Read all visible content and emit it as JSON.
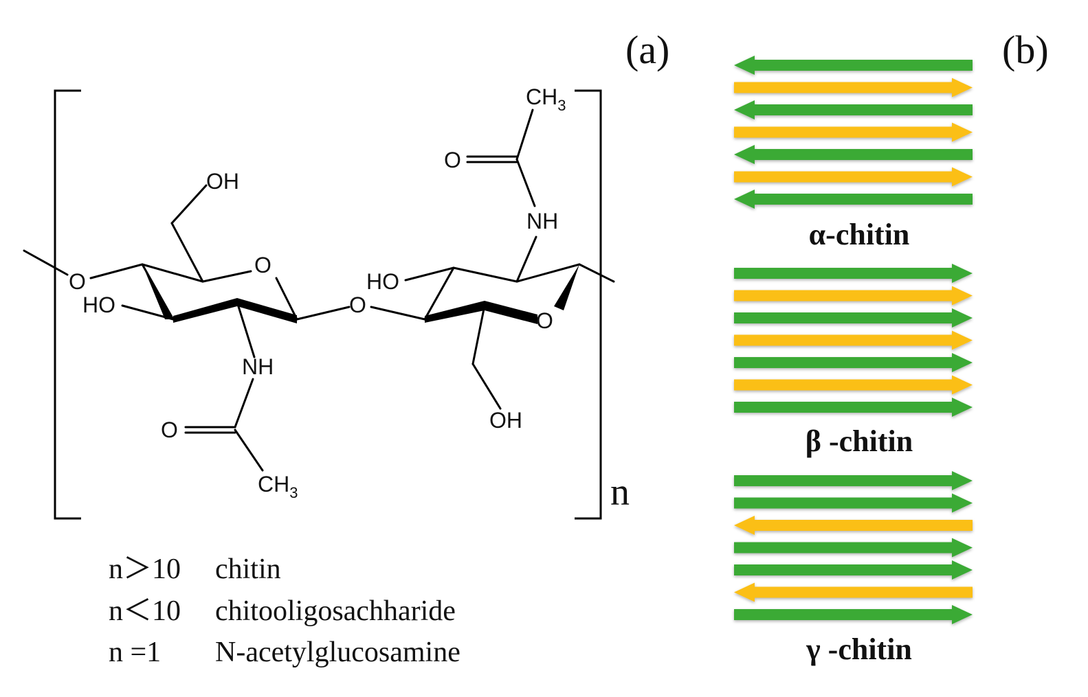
{
  "panel_labels": {
    "a": "(a)",
    "b": "(b)"
  },
  "colors": {
    "green": "#3aaa35",
    "yellow": "#fbbf14",
    "ink": "#111111"
  },
  "structure": {
    "atoms": {
      "o_left": "O",
      "ho_left": "HO",
      "oh_top": "OH",
      "o_ring_left": "O",
      "nh_left": "NH",
      "o_carbonyl_left": "O",
      "ch3_left": "CH",
      "ch3_left_sub": "3",
      "o_glycosidic": "O",
      "ho_right": "HO",
      "o_ring_right": "O",
      "oh_bottom": "OH",
      "nh_right": "NH",
      "o_carbonyl_right": "O",
      "ch3_right": "CH",
      "ch3_right_sub": "3"
    },
    "repeat_label": "n"
  },
  "legend": [
    {
      "condition": "n＞10",
      "name": "chitin"
    },
    {
      "condition": "n＜10",
      "name": "chitooligosachharide"
    },
    {
      "condition": "n =1",
      "name": "N-acetylglucosamine"
    }
  ],
  "forms": [
    {
      "title": "α-chitin",
      "strands": [
        {
          "color": "green",
          "direction": "left"
        },
        {
          "color": "yellow",
          "direction": "right"
        },
        {
          "color": "green",
          "direction": "left"
        },
        {
          "color": "yellow",
          "direction": "right"
        },
        {
          "color": "green",
          "direction": "left"
        },
        {
          "color": "yellow",
          "direction": "right"
        },
        {
          "color": "green",
          "direction": "left"
        }
      ]
    },
    {
      "title": "β -chitin",
      "strands": [
        {
          "color": "green",
          "direction": "right"
        },
        {
          "color": "yellow",
          "direction": "right"
        },
        {
          "color": "green",
          "direction": "right"
        },
        {
          "color": "yellow",
          "direction": "right"
        },
        {
          "color": "green",
          "direction": "right"
        },
        {
          "color": "yellow",
          "direction": "right"
        },
        {
          "color": "green",
          "direction": "right"
        }
      ]
    },
    {
      "title": "γ -chitin",
      "strands": [
        {
          "color": "green",
          "direction": "right"
        },
        {
          "color": "green",
          "direction": "right"
        },
        {
          "color": "yellow",
          "direction": "left"
        },
        {
          "color": "green",
          "direction": "right"
        },
        {
          "color": "green",
          "direction": "right"
        },
        {
          "color": "yellow",
          "direction": "left"
        },
        {
          "color": "green",
          "direction": "right"
        }
      ]
    }
  ]
}
